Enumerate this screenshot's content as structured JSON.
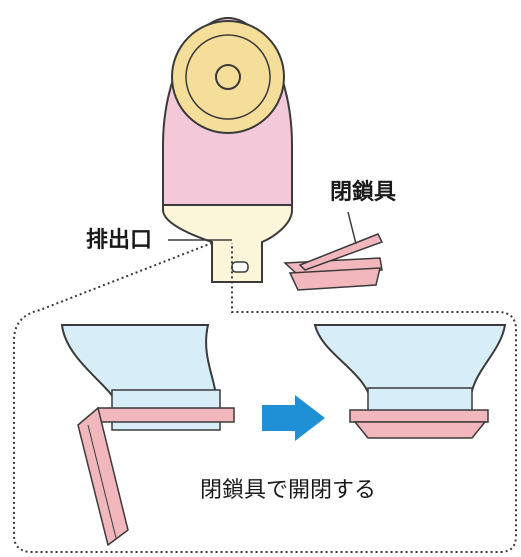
{
  "labels": {
    "closure_clip": "閉鎖具",
    "drain_outlet": "排出口",
    "caption": "閉鎖具で開閉する"
  },
  "colors": {
    "pouch_pink": "#f3c8d8",
    "wafer_yellow": "#f5dd9a",
    "outlet_cream": "#fbf6d9",
    "pouch_blue": "#d7edf8",
    "clip_pink": "#f2b7bd",
    "arrow_blue": "#1f8fd6",
    "line": "#3a3a3a"
  },
  "icons": {
    "arrow": "arrow-right-icon"
  }
}
